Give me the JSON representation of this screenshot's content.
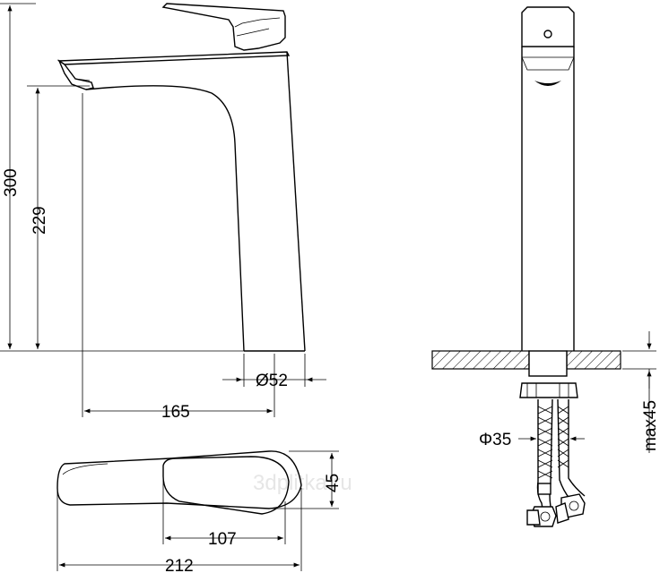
{
  "dimensions": {
    "total_height": "300",
    "spout_height": "229",
    "base_diameter": "Ø52",
    "spout_reach": "165",
    "lever_height": "45",
    "lever_length": "107",
    "total_length": "212",
    "hose_diameter": "Φ35",
    "max_counter_thickness": "max45"
  },
  "watermark": "3dplitka.ru",
  "colors": {
    "line": "#000000",
    "background": "#ffffff",
    "watermark": "#e6e6e6"
  }
}
